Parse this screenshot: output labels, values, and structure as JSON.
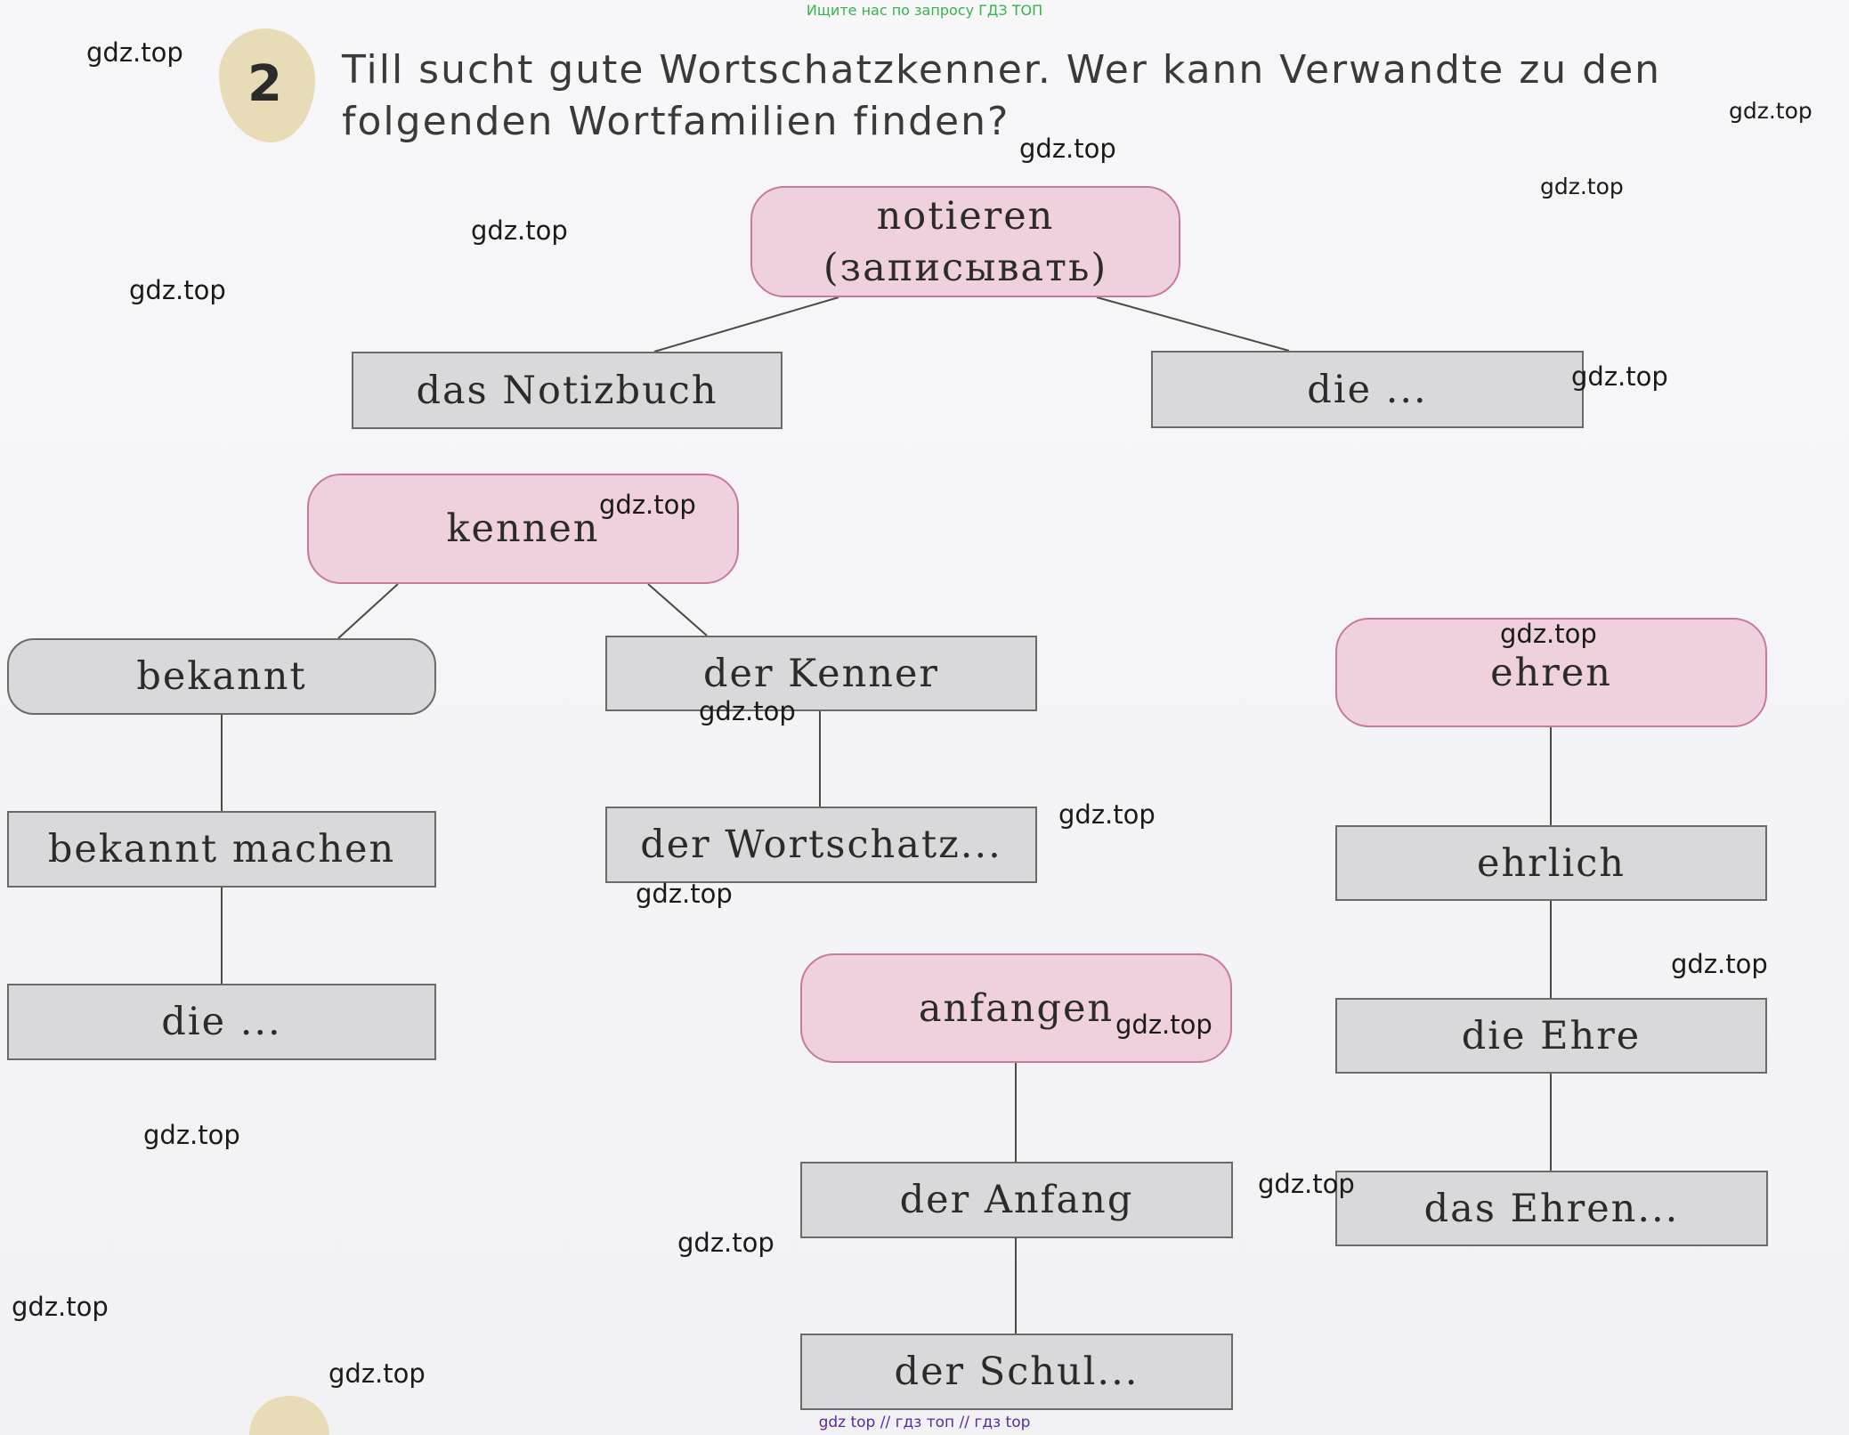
{
  "banner_top": "Ищите нас по запросу ГДЗ ТОП",
  "banner_bottom": "gdz top  //  гдз топ  //  гдз top",
  "exercise": {
    "number": "2",
    "instruction": "Till sucht gute Wortschatzkenner. Wer kann Verwandte zu den folgenden Wortfamilien finden?"
  },
  "families": {
    "notieren": {
      "root_line1": "notieren",
      "root_line2": "(записывать)",
      "words": [
        "das Notizbuch",
        "die ..."
      ]
    },
    "kennen": {
      "root": "kennen",
      "words": [
        "bekannt",
        "bekannt machen",
        "die ...",
        "der Kenner",
        "der Wortschatz..."
      ]
    },
    "ehren": {
      "root": "ehren",
      "words": [
        "ehrlich",
        "die Ehre",
        "das Ehren..."
      ]
    },
    "anfangen": {
      "root": "anfangen",
      "words": [
        "der Anfang",
        "der Schul..."
      ]
    }
  },
  "watermark": "gdz.top",
  "colors": {
    "root_fill": "#efd0dd",
    "root_border": "#c77b98",
    "word_fill": "#d9d9db",
    "word_border": "#6a6a6a",
    "banner_top": "#37b24d",
    "banner_bottom": "#5a2ba0"
  }
}
